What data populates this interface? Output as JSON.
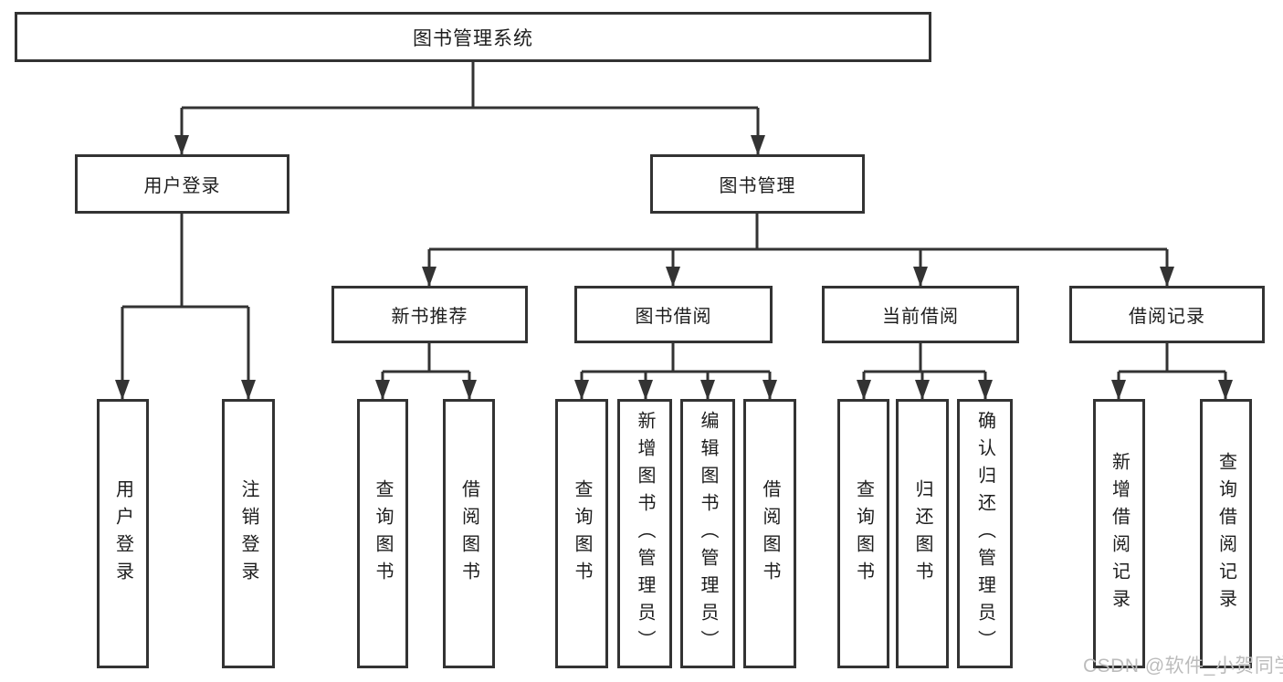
{
  "diagram": {
    "root": {
      "label": "图书管理系统"
    },
    "level2": [
      {
        "label": "用户登录"
      },
      {
        "label": "图书管理"
      }
    ],
    "level3": [
      {
        "label": "新书推荐"
      },
      {
        "label": "图书借阅"
      },
      {
        "label": "当前借阅"
      },
      {
        "label": "借阅记录"
      }
    ],
    "leaves": {
      "login": [
        {
          "label": "用户登录"
        },
        {
          "label": "注销登录"
        }
      ],
      "recommend": [
        {
          "label": "查询图书"
        },
        {
          "label": "借阅图书"
        }
      ],
      "borrow": [
        {
          "label": "查询图书"
        },
        {
          "label": "新增图书（管理员）"
        },
        {
          "label": "编辑图书（管理员）"
        },
        {
          "label": "借阅图书"
        }
      ],
      "current": [
        {
          "label": "查询图书"
        },
        {
          "label": "归还图书"
        },
        {
          "label": "确认归还（管理员）"
        }
      ],
      "records": [
        {
          "label": "新增借阅记录"
        },
        {
          "label": "查询借阅记录"
        }
      ]
    }
  },
  "watermark": {
    "text": "CSDN @软件_小贺同学"
  },
  "colors": {
    "line": "#333333",
    "text": "#1d1d1d",
    "watermark": "#bcbcbc",
    "background": "#ffffff"
  }
}
